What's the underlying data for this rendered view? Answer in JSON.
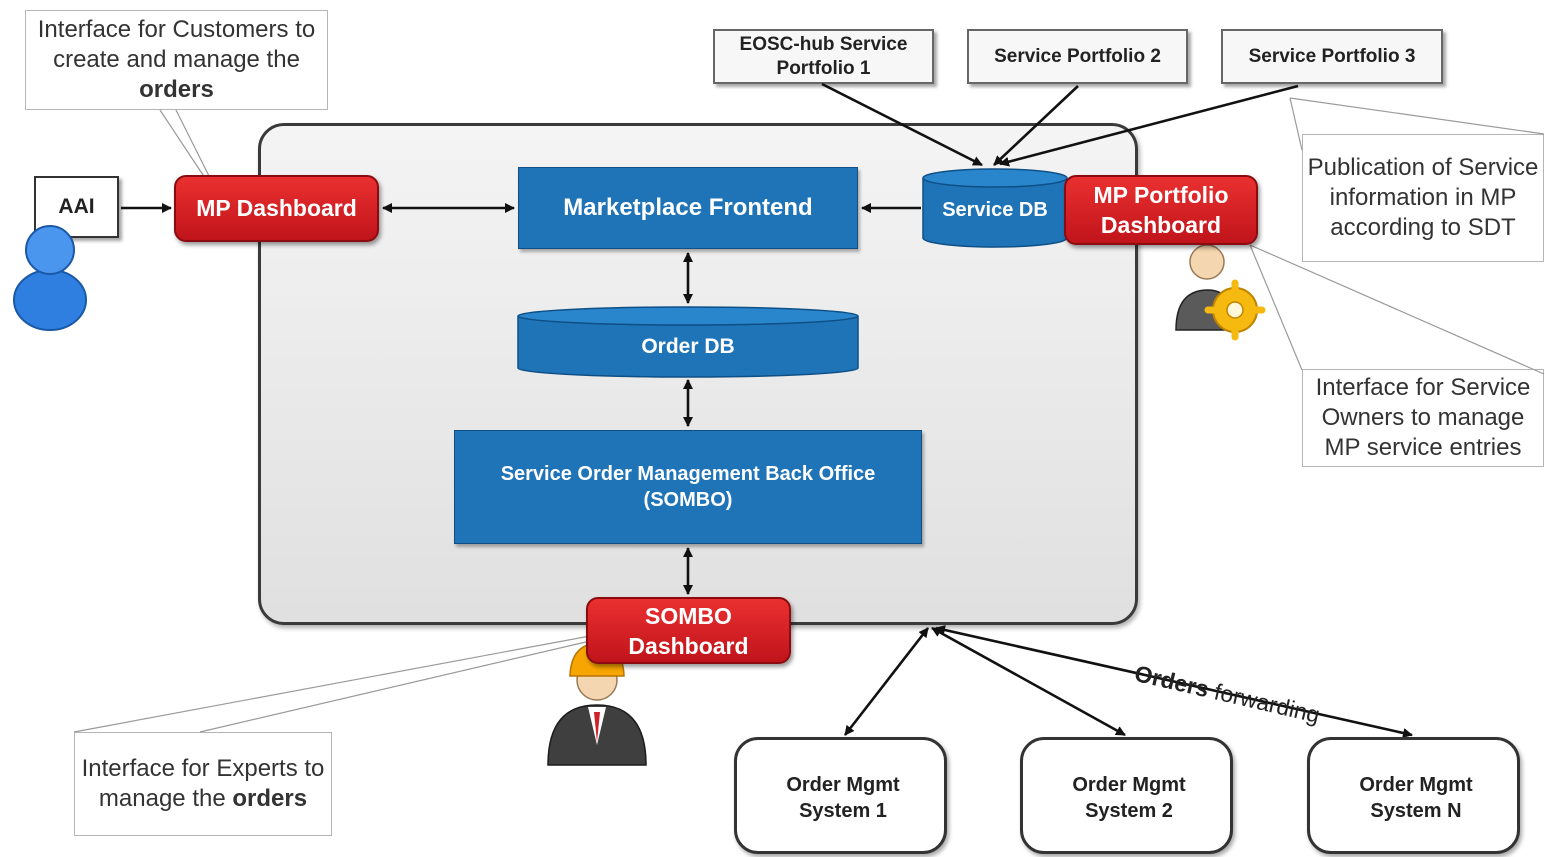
{
  "callouts": {
    "customers": {
      "pre": "Interface for Customers to create and manage the ",
      "bold": "orders"
    },
    "publication": {
      "text": "Publication of Service information in MP according to SDT"
    },
    "owners": {
      "text": "Interface for Service Owners to manage MP service entries"
    },
    "experts": {
      "pre": "Interface for Experts to manage the ",
      "bold": "orders"
    }
  },
  "portfolios": {
    "p1": "EOSC-hub Service Portfolio 1",
    "p2": "Service Portfolio 2",
    "p3": "Service Portfolio 3"
  },
  "aai": "AAI",
  "dashboards": {
    "mp": "MP Dashboard",
    "portfolio": "MP Portfolio Dashboard",
    "sombo": "SOMBO Dashboard"
  },
  "components": {
    "frontend": "Marketplace Frontend",
    "service_db": "Service DB",
    "order_db": "Order DB",
    "sombo": "Service Order Management Back Office (SOMBO)"
  },
  "forwarding": {
    "bold": "Orders",
    "rest": " forwarding"
  },
  "order_systems": [
    "Order Mgmt System 1",
    "Order Mgmt System 2",
    "Order Mgmt System N"
  ],
  "colors": {
    "blue": "#1f74b8",
    "red": "#d71f26"
  }
}
